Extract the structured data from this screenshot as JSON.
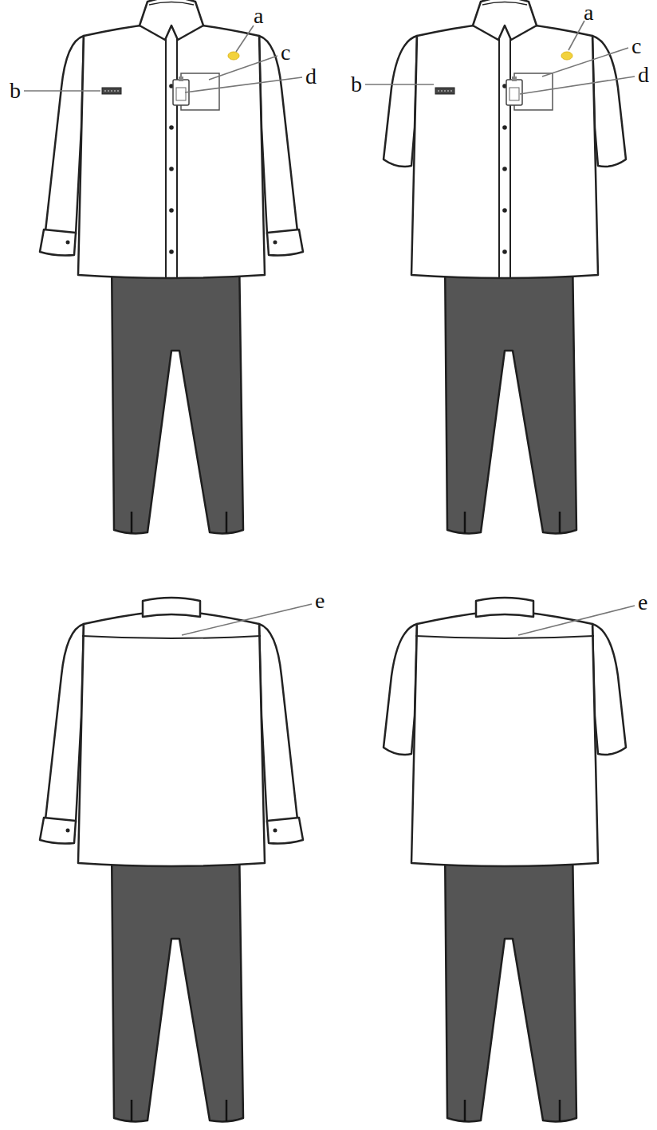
{
  "diagram": {
    "labels": [
      "a",
      "b",
      "c",
      "d",
      "a",
      "b",
      "c",
      "d",
      "e",
      "e"
    ]
  }
}
